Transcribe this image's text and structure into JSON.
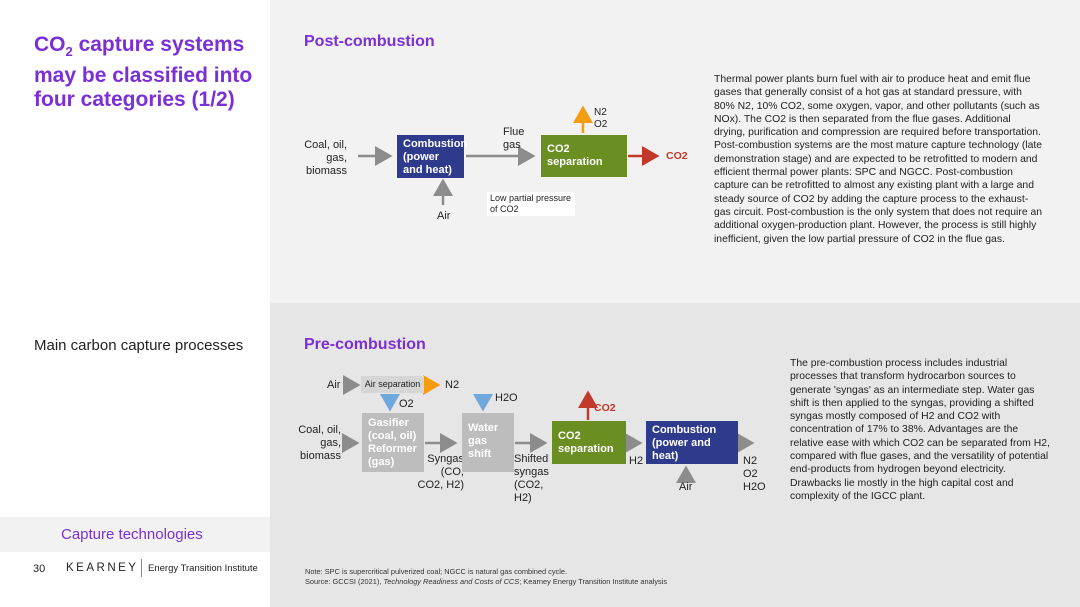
{
  "title": {
    "pre": "CO",
    "sub": "2",
    "post": " capture systems may be classified into four categories (1/2)"
  },
  "subtitle": "Main carbon capture processes",
  "nav": {
    "section": "Capture technologies"
  },
  "footer": {
    "page": "30",
    "logo": "KEARNEY",
    "logo_sub": "Energy Transition Institute"
  },
  "post_combustion": {
    "title": "Post-combustion",
    "feed": "Coal, oil, gas, biomass",
    "box_combustion": "Combustion (power and heat)",
    "flue_gas": "Flue gas",
    "air": "Air",
    "box_separation": "CO2 separation",
    "n2": "N2",
    "o2": "O2",
    "co2_out": "CO2",
    "low_pressure": "Low partial pressure of CO2",
    "description": "Thermal power plants burn fuel with air to produce heat and emit flue gases that generally consist of a hot gas at standard pressure, with 80% N2, 10% CO2, some oxygen, vapor, and other pollutants (such as NOx). The CO2 is then separated from the flue gases. Additional drying, purification and compression are required before transportation. Post-combustion systems are the most mature capture technology (late demonstration stage) and are expected to be retrofitted to modern and efficient thermal power plants: SPC and NGCC. Post-combustion capture can be retrofitted to almost any existing plant with a large and steady source of CO2 by adding the capture process to the exhaust-gas circuit. Post-combustion is the only system that does not require an additional oxygen-production plant. However, the process is still highly inefficient, given the low partial pressure of CO2 in the flue gas."
  },
  "pre_combustion": {
    "title": "Pre-combustion",
    "air": "Air",
    "air_separation": "Air separation",
    "n2": "N2",
    "o2": "O2",
    "feed": "Coal, oil, gas, biomass",
    "box_gasifier": "Gasifier (coal, oil) Reformer (gas)",
    "syngas": "Syngas (CO, CO2, H2)",
    "h2o": "H2O",
    "box_shift": "Water gas shift",
    "shifted": "Shifted syngas (CO2, H2)",
    "co2_out": "CO2",
    "box_separation": "CO2 separation",
    "h2": "H2",
    "box_combustion": "Combustion (power and heat)",
    "air2": "Air",
    "exhaust": "N2 O2 H2O",
    "description": "The pre-combustion process includes industrial processes that transform hydrocarbon sources to generate 'syngas' as an intermediate step. Water gas shift is then applied to the syngas, providing a shifted syngas mostly composed of H2 and CO2 with concentration of 17% to 38%. Advantages are the relative ease with which CO2 can be separated from H2, compared with flue gases, and the versatility of potential end-products from hydrogen beyond electricity. Drawbacks lie mostly in the high capital cost and complexity of the IGCC plant."
  },
  "notes": {
    "note": "Note: SPC is supercritical pulverized coal; NGCC is natural gas combined cycle.",
    "source_pre": "Source: GCCSI (2021), ",
    "source_title": "Technology Readiness and Costs of CCS",
    "source_post": "; Kearney Energy Transition Institute analysis"
  },
  "colors": {
    "accent": "#7b2fd6",
    "navy": "#2e3a8c",
    "olive": "#6b8e23",
    "arrow_red": "#c0392b",
    "arrow_orange": "#f39c12",
    "arrow_blue": "#6fa8dc",
    "arrow_grey": "#8c8c8c"
  }
}
